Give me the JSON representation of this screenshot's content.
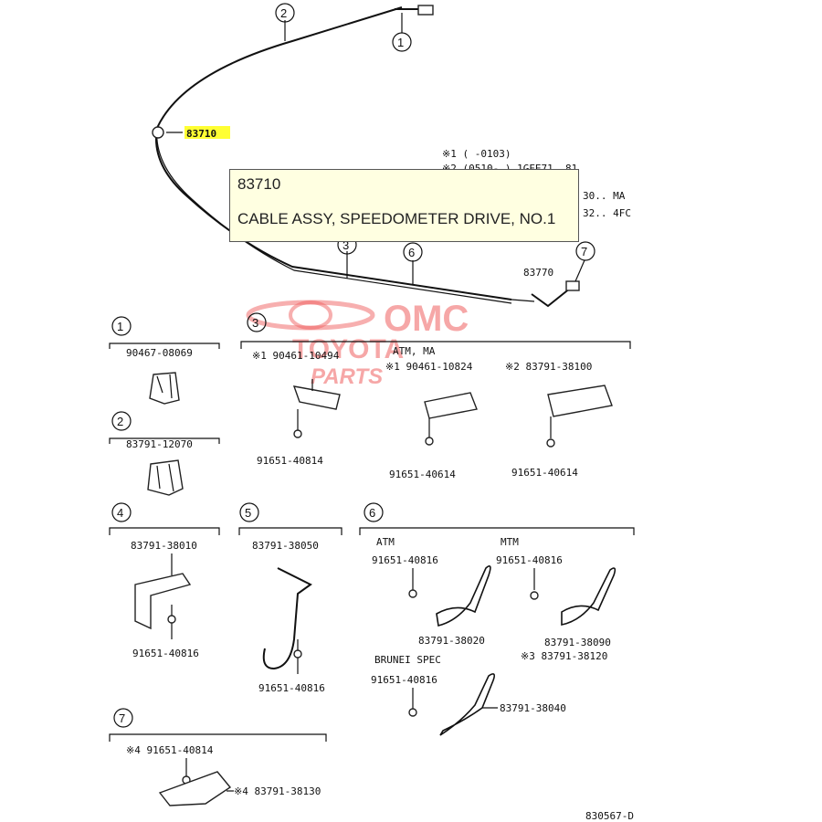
{
  "main_cable": {
    "callout_1": "1",
    "callout_2": "2",
    "highlight_part": "83710",
    "notes": [
      "※1 (      -0103)",
      "※2 (0510-     ) 1GFE71, 81",
      "30.. MA",
      "32.. 4FC"
    ],
    "callout_3": "3",
    "callout_6": "6",
    "callout_7": "7",
    "part_83770": "83770"
  },
  "tooltip": {
    "code": "83710",
    "name": "CABLE ASSY, SPEEDOMETER DRIVE, NO.1"
  },
  "watermark": {
    "line1": "OMC",
    "line2": "TOYOTA",
    "line3": "PARTS"
  },
  "detail_1": {
    "num": "1",
    "part": "90467-08069"
  },
  "detail_2": {
    "num": "2",
    "part": "83791-12070"
  },
  "detail_3": {
    "num": "3",
    "col_a_top": "※1 90461-10494",
    "col_a_bottom": "91651-40814",
    "col_b_head": "ATM, MA",
    "col_b_top": "※1 90461-10824",
    "col_b_bottom": "91651-40614",
    "col_c_top": "※2 83791-38100",
    "col_c_bottom": "91651-40614"
  },
  "detail_4": {
    "num": "4",
    "top": "83791-38010",
    "bottom": "91651-40816"
  },
  "detail_5": {
    "num": "5",
    "top": "83791-38050",
    "bottom": "91651-40816"
  },
  "detail_6": {
    "num": "6",
    "atm_head": "ATM",
    "atm_bolt": "91651-40816",
    "atm_part": "83791-38020",
    "mtm_head": "MTM",
    "mtm_bolt": "91651-40816",
    "mtm_part1": "83791-38090",
    "mtm_part2": "※3 83791-38120",
    "brunei_head": "BRUNEI SPEC",
    "brunei_bolt": "91651-40816",
    "brunei_part": "83791-38040"
  },
  "detail_7": {
    "num": "7",
    "top": "※4 91651-40814",
    "part": "※4 83791-38130"
  },
  "figure_code": "830567-D"
}
